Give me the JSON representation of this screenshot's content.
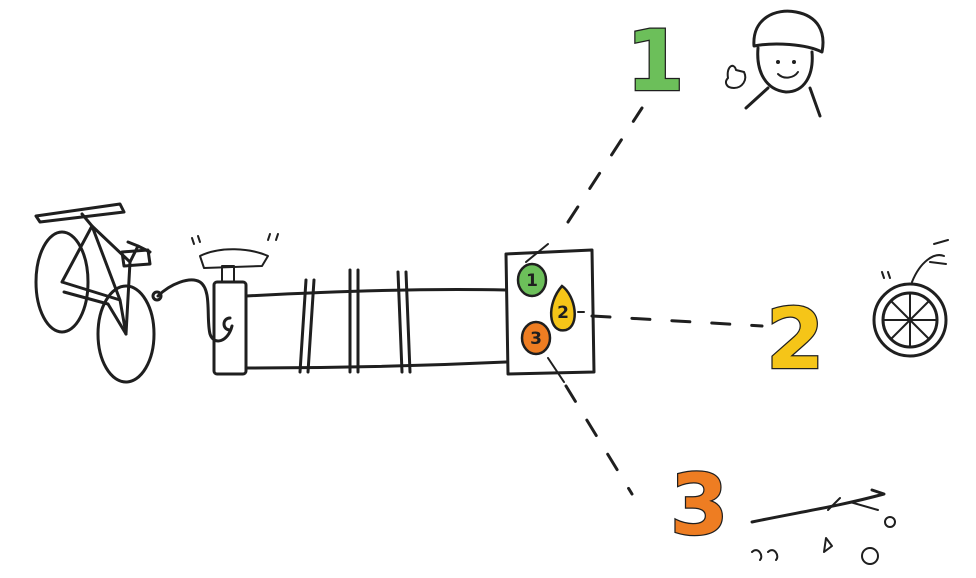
{
  "steps": [
    {
      "number": "1",
      "color": "#6cbf5a",
      "meaning": "person-with-helmet-thumbs-up-icon"
    },
    {
      "number": "2",
      "color": "#f5c518",
      "meaning": "bike-wheel-icon"
    },
    {
      "number": "3",
      "color": "#ee7d22",
      "meaning": "broken-branch-debris-icon"
    }
  ],
  "pump_color": "#5b9bb4",
  "ink_color": "#1f1f1f"
}
